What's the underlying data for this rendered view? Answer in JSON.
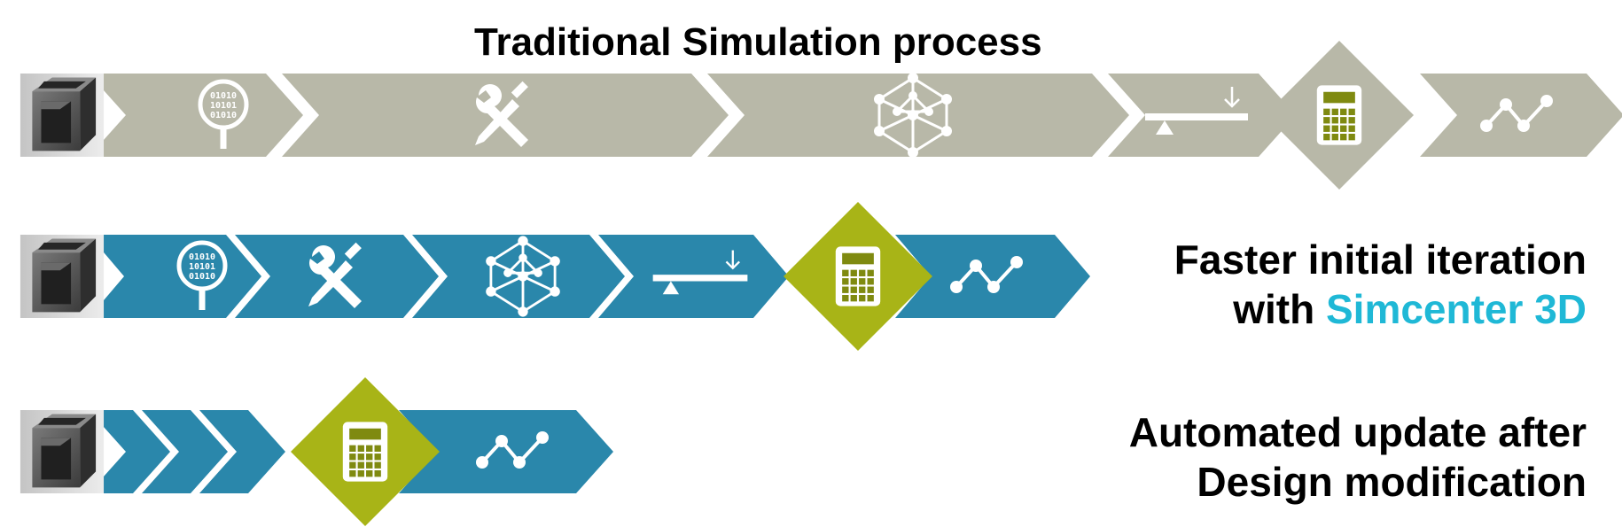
{
  "title": "Traditional Simulation process",
  "rows": [
    {
      "caption": []
    },
    {
      "caption": [
        "Faster initial iteration",
        "with "
      ],
      "caption_accent": "Simcenter 3D"
    },
    {
      "caption": [
        "Automated update after",
        "Design modification"
      ]
    }
  ],
  "steps": [
    {
      "icon": "cube-model-icon",
      "role": "CAD geometry"
    },
    {
      "icon": "binary-magnifier-icon",
      "role": "geometry inspection"
    },
    {
      "icon": "tools-icon",
      "role": "geometry cleanup"
    },
    {
      "icon": "mesh-network-icon",
      "role": "meshing"
    },
    {
      "icon": "load-boundary-icon",
      "role": "loads and boundary conditions"
    },
    {
      "icon": "calculator-icon",
      "role": "solve"
    },
    {
      "icon": "result-graph-icon",
      "role": "results"
    }
  ],
  "colors": {
    "traditional": "#b8b8a8",
    "simcenter": "#2a87ab",
    "solve": "#a8b417",
    "accent": "#1fb8d6",
    "text": "#000000",
    "icon": "#ffffff"
  }
}
